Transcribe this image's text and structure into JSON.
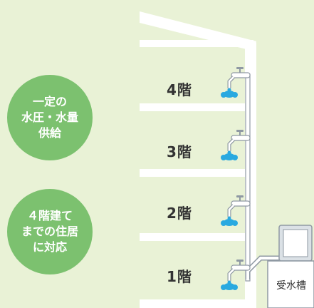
{
  "badges": [
    {
      "lines": [
        "一定の",
        "水圧・水量",
        "供給"
      ]
    },
    {
      "lines": [
        "４階建て",
        "までの住居",
        "に対応"
      ]
    }
  ],
  "floors": {
    "f4": "4階",
    "f3": "3階",
    "f2": "2階",
    "f1": "1階"
  },
  "tank": {
    "label": "受水槽"
  },
  "colors": {
    "background": "#e9f2d6",
    "badge": "#7cc16f",
    "building": "#ffffff",
    "pipe": "#9aa3ad",
    "tank": "#dbe1e6",
    "water": "#29a9e0"
  },
  "icons": [
    "faucet-icon",
    "water-drop-icon"
  ]
}
